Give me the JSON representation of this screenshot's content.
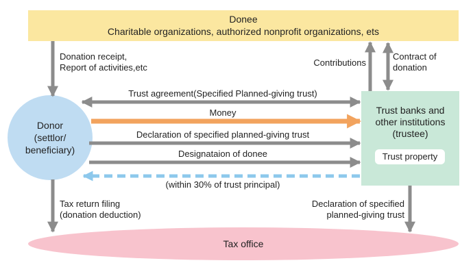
{
  "donee": {
    "title": "Donee",
    "subtitle": "Charitable organizations, authorized nonprofit organizations, ets"
  },
  "donor": {
    "line1": "Donor",
    "line2": "(settlor/",
    "line3": "beneficiary)"
  },
  "trust_bank": {
    "line1": "Trust banks and",
    "line2": "other institutions",
    "line3": "(trustee)",
    "property": "Trust property"
  },
  "tax_office": "Tax office",
  "flows": {
    "donation_receipt_1": "Donation receipt,",
    "donation_receipt_2": "Report of activities,etc",
    "contributions": "Contributions",
    "contract_1": "Contract of",
    "contract_2": "donation",
    "trust_agreement": "Trust agreement(Specified Planned-giving trust)",
    "money": "Money",
    "declaration": "Declaration of specified planned-giving trust",
    "designation": "Designataion of donee",
    "within": "(within 30% of trust principal)",
    "tax_return_1": "Tax return filing",
    "tax_return_2": "(donation deduction)",
    "trustee_declaration_1": "Declaration of specified",
    "trustee_declaration_2": "planned-giving trust"
  },
  "colors": {
    "donee_fill": "#fbe7a0",
    "donor_fill": "#bfdcf2",
    "trust_fill": "#c9e8d8",
    "tax_fill": "#f8c3cd",
    "arrow_gray": "#8c8c8c",
    "money_orange": "#f2a35e",
    "dashed_blue": "#8dc8ec"
  }
}
